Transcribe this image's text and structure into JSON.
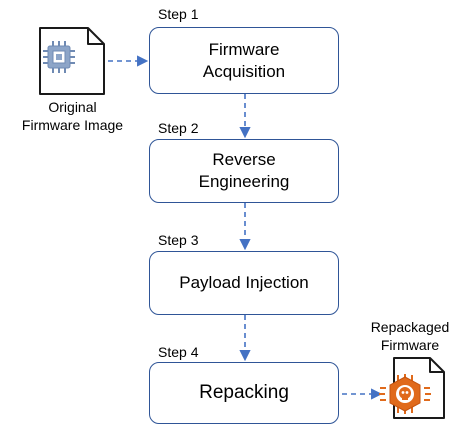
{
  "steps": [
    {
      "label": "Step 1",
      "lines": [
        "Firmware",
        "Acquisition"
      ]
    },
    {
      "label": "Step 2",
      "lines": [
        "Reverse",
        "Engineering"
      ]
    },
    {
      "label": "Step 3",
      "lines": [
        "Payload Injection"
      ]
    },
    {
      "label": "Step 4",
      "lines": [
        "Repacking"
      ]
    }
  ],
  "input_file": {
    "caption_lines": [
      "Original",
      "Firmware Image"
    ],
    "icon": "chip-icon"
  },
  "output_file": {
    "caption_lines": [
      "Repackaged",
      "Firmware"
    ],
    "icon": "malware-icon"
  },
  "colors": {
    "box_border": "#2f5597",
    "arrow": "#4472c4",
    "chip": "#8da5c8",
    "malware": "#e06a1b"
  }
}
